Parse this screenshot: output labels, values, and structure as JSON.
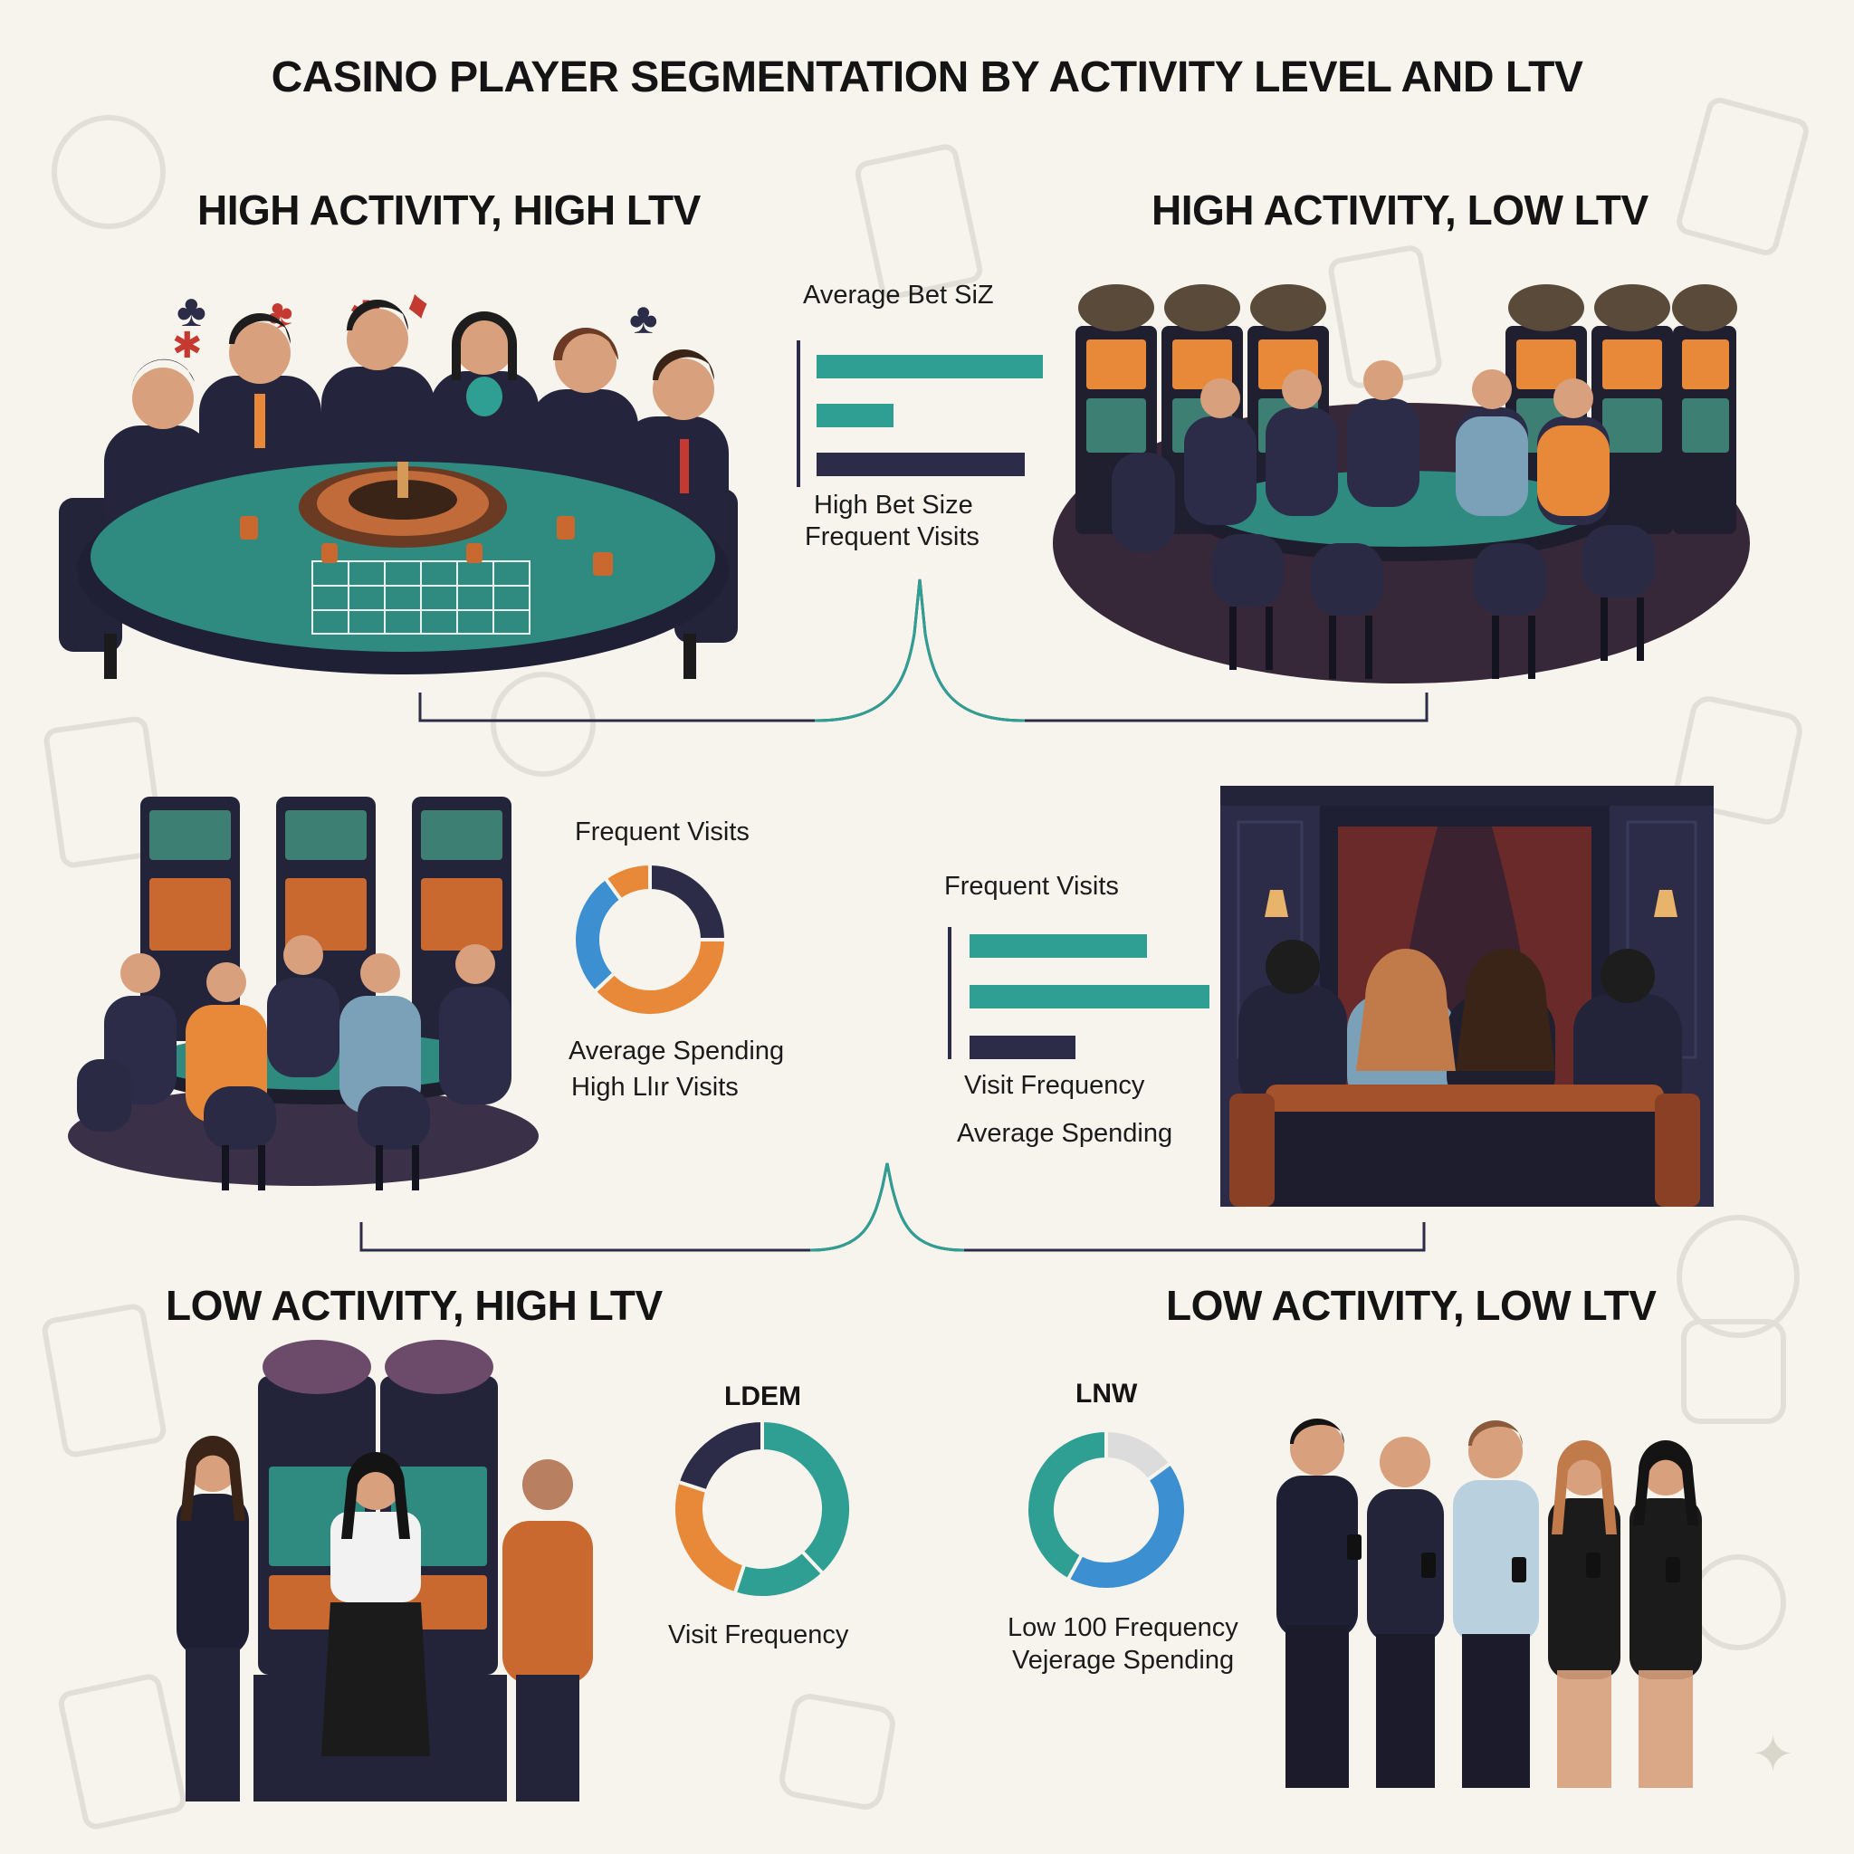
{
  "title": "CASINO PLAYER SEGMENTATION BY ACTIVITY LEVEL AND LTV",
  "colors": {
    "teal": "#2f9e93",
    "navy": "#2c2c48",
    "orange": "#e8893a",
    "blue": "#3c8fd0",
    "grey": "#dcdcdc",
    "background": "#f6f4ec"
  },
  "segments": {
    "hahl": {
      "title": "HIGH ACTIVITY, HIGH LTV",
      "scene": "roulette-table-scene",
      "chart_heading": "Average Bet SiZ",
      "caption_1": "High Bet Size",
      "caption_2": "Frequent Visits"
    },
    "hall": {
      "title": "HIGH ACTIVITY, LOW LTV",
      "scene": "slot-machines-table-scene"
    },
    "mid_left": {
      "scene": "slot-machines-players-scene",
      "chart_heading": "Frequent Visits",
      "caption_1": "Average Spending",
      "caption_2": "High Llır Visits"
    },
    "mid_right": {
      "scene": "theater-lounge-scene",
      "chart_heading": "Frequent Visits",
      "caption_1": "Visit Frequency",
      "caption_2": "Average Spending"
    },
    "lahl": {
      "title": "LOW ACTIVITY, HIGH LTV",
      "scene": "slot-machine-group-scene",
      "chart_heading": "LDEM",
      "caption_1": "Visit Frequency"
    },
    "lall": {
      "title": "LOW ACTIVITY, LOW LTV",
      "scene": "people-with-phones-scene",
      "chart_heading": "LNW",
      "caption_1": "Low 100 Frequency",
      "caption_2": "Vejerage Spending"
    }
  },
  "chart_data": [
    {
      "type": "bar",
      "orientation": "horizontal",
      "title": "Average Bet SiZ",
      "values": [
        1.0,
        0.34,
        0.92
      ],
      "colors": [
        "#2f9e93",
        "#2f9e93",
        "#2c2c48"
      ]
    },
    {
      "type": "pie",
      "variant": "donut",
      "title": "Frequent Visits",
      "values": [
        25,
        38,
        27,
        10
      ],
      "colors": [
        "#2c2c48",
        "#e8893a",
        "#3c8fd0",
        "#e8893a"
      ]
    },
    {
      "type": "bar",
      "orientation": "horizontal",
      "title": "Frequent Visits",
      "values": [
        0.74,
        1.0,
        0.44
      ],
      "colors": [
        "#2f9e93",
        "#2f9e93",
        "#2c2c48"
      ]
    },
    {
      "type": "pie",
      "variant": "donut",
      "title": "LDEM",
      "values": [
        38,
        17,
        25,
        20
      ],
      "colors": [
        "#2f9e93",
        "#2f9e93",
        "#e8893a",
        "#2c2c48"
      ]
    },
    {
      "type": "pie",
      "variant": "donut",
      "title": "LNW",
      "values": [
        15,
        43,
        42
      ],
      "colors": [
        "#dcdcdc",
        "#3c8fd0",
        "#2f9e93"
      ]
    }
  ]
}
